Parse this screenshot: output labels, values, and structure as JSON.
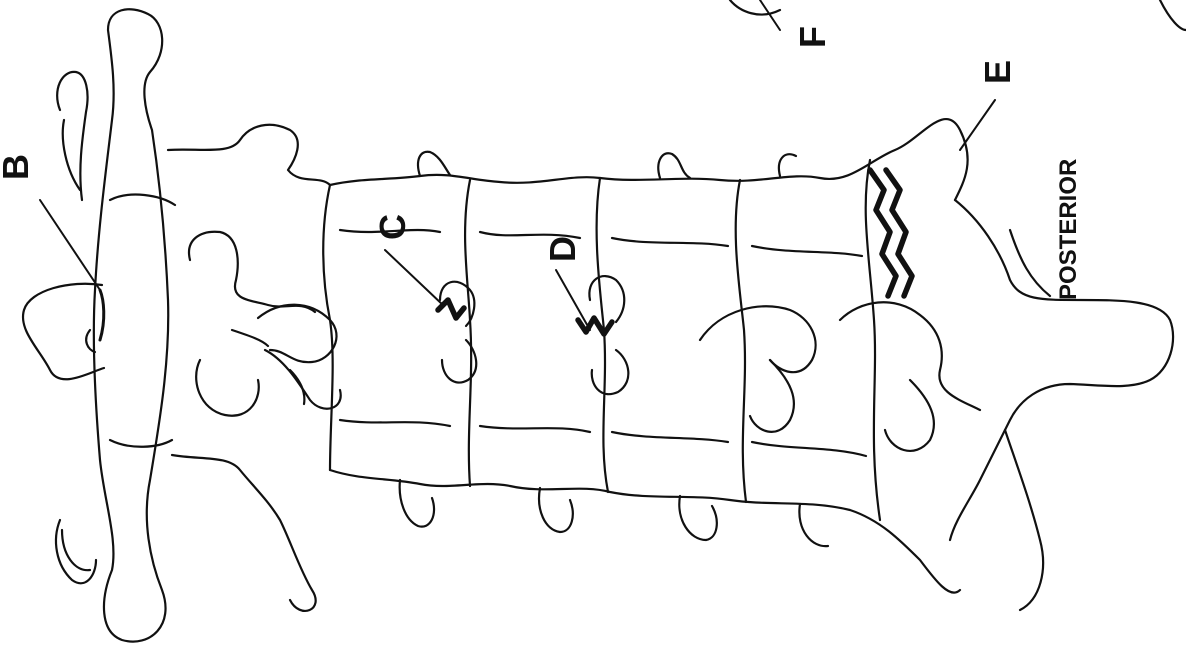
{
  "diagram": {
    "label_b": "B",
    "label_c": "C",
    "label_d": "D",
    "label_e": "E",
    "label_f": "F",
    "label_posterior": "POSTERIOR",
    "ink_color": "#111111",
    "paper_color": "#ffffff"
  }
}
